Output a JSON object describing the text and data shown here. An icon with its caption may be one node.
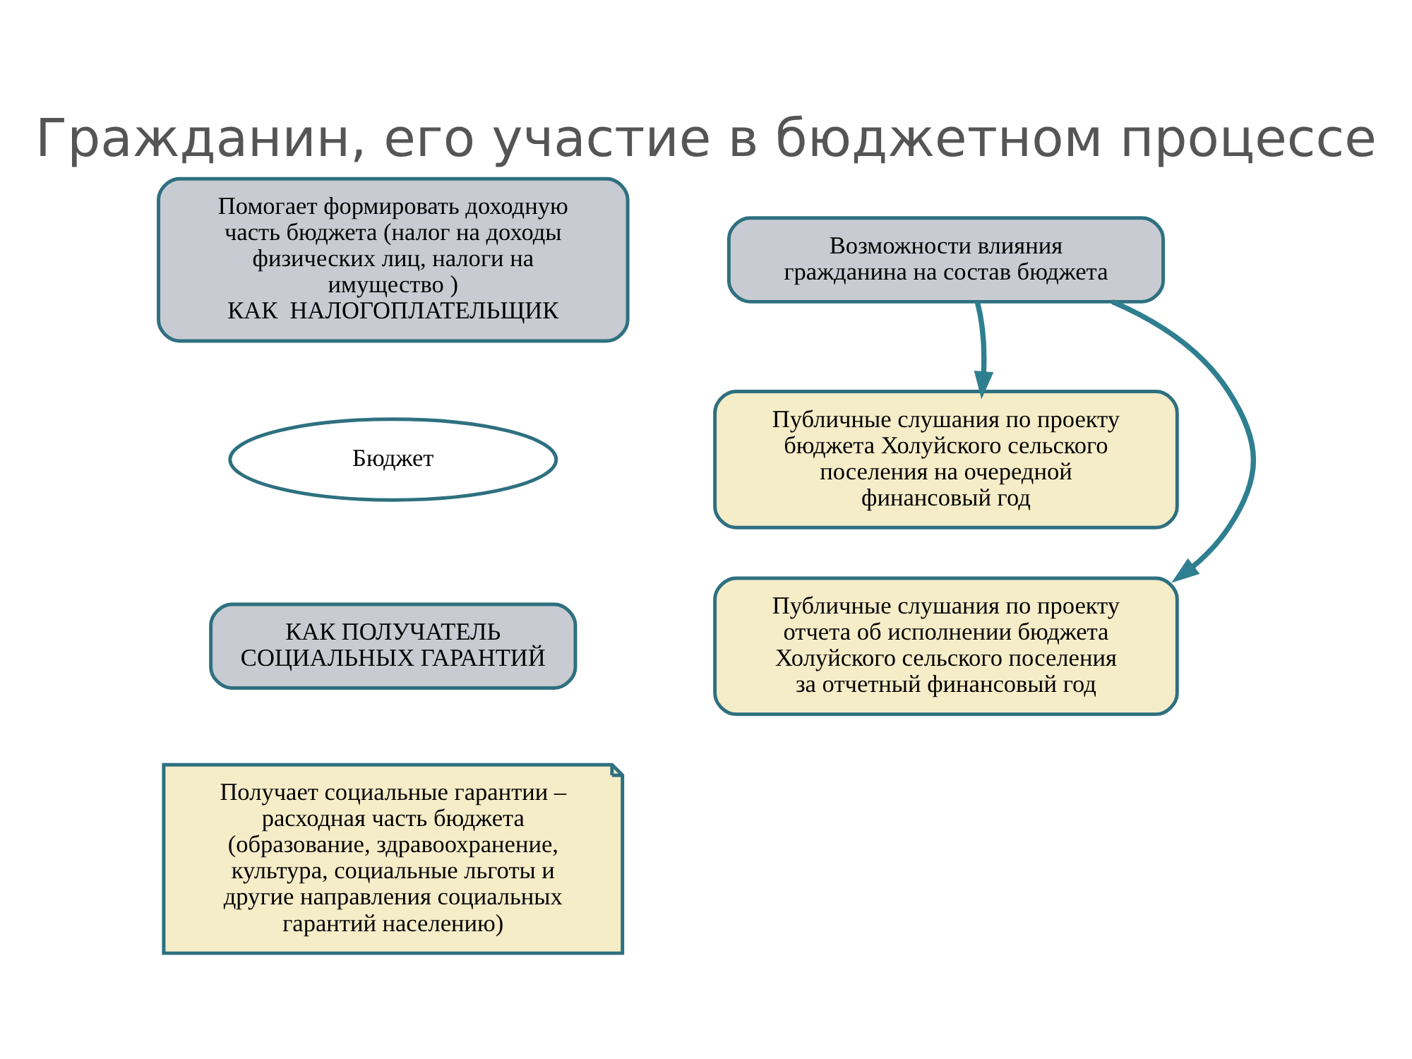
{
  "diagram": {
    "title": "Гражданин, его участие в бюджетном процессе",
    "nodes": [
      {
        "text": [
          "Помогает формировать доходную часть бюджета (налог на доходы физических лиц, налоги на имущество )",
          "КАК  НАЛОГОПЛАТЕЛЬЩИК"
        ]
      },
      {
        "text": [
          "Бюджет"
        ]
      },
      {
        "text": [
          "КАК ПОЛУЧАТЕЛЬ СОЦИАЛЬНЫХ ГАРАНТИЙ"
        ]
      },
      {
        "text": [
          "Получает социальные гарантии – расходная часть бюджета (образование, здравоохранение, культура, социальные льготы и другие направления социальных гарантий населению)"
        ]
      },
      {
        "text": [
          "Возможности влияния гражданина на состав бюджета"
        ]
      },
      {
        "text": [
          "Публичные слушания по проекту бюджета Холуйского сельского поселения на очередной финансовый год"
        ]
      },
      {
        "text": [
          "Публичные слушания по проекту отчета об исполнении бюджета Холуйского сельского поселения за отчетный финансовый год"
        ]
      }
    ],
    "edges": [
      {
        "from": 4,
        "to": 5,
        "arrow": "to"
      },
      {
        "from": 4,
        "to": 6,
        "arrow": "to"
      }
    ]
  }
}
